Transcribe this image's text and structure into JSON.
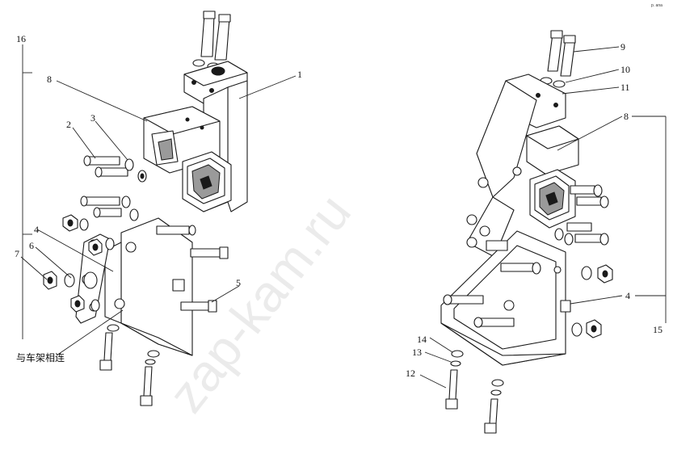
{
  "diagram": {
    "corner_mark": "p. ana",
    "watermark": "zap-kam.ru",
    "frame_note": "与车架相连",
    "left_callouts": [
      "16",
      "8",
      "1",
      "3",
      "2",
      "4",
      "6",
      "7",
      "5"
    ],
    "right_callouts": [
      "9",
      "10",
      "11",
      "8",
      "4",
      "15",
      "14",
      "13",
      "12"
    ]
  }
}
